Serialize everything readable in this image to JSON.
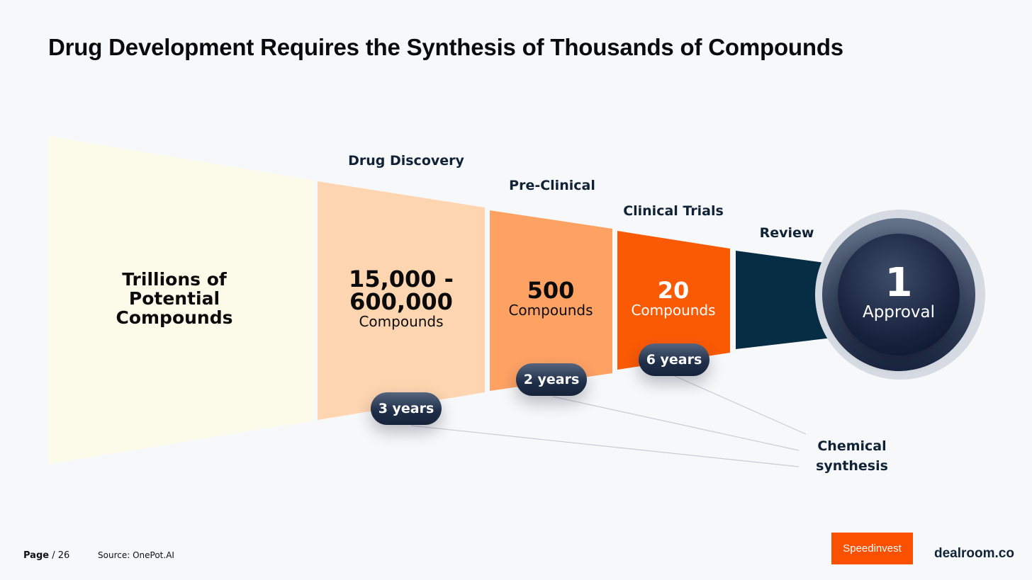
{
  "title": "Drug Development Requires the Synthesis of Thousands of Compounds",
  "colors": {
    "background": "#f7f8fa",
    "trillions": "#fcfbe9",
    "discovery": "#fdd5b0",
    "preclinical": "#fea264",
    "clinical": "#fb5a05",
    "review": "#062d44",
    "approval": "#141f3a",
    "brand_speedinvest": "#fb5000"
  },
  "stages": {
    "trillions": {
      "line1": "Trillions of",
      "line2": "Potential",
      "line3": "Compounds"
    },
    "discovery": {
      "label": "Drug Discovery",
      "count_line1": "15,000 -",
      "count_line2": "600,000",
      "unit": "Compounds",
      "duration": "3 years"
    },
    "preclinical": {
      "label": "Pre-Clinical",
      "count": "500",
      "unit": "Compounds",
      "duration": "2 years"
    },
    "clinical": {
      "label": "Clinical Trials",
      "count": "20",
      "unit": "Compounds",
      "duration": "6 years"
    },
    "review": {
      "label": "Review"
    }
  },
  "approval": {
    "count": "1",
    "label": "Approval"
  },
  "annotation": {
    "line1": "Chemical",
    "line2": "synthesis"
  },
  "footer": {
    "page_label": "Page",
    "page_number": "/ 26",
    "source_label": "Source:",
    "source_value": "OnePot.AI",
    "brand_left": "Speedinvest",
    "brand_right": "dealroom.co"
  }
}
